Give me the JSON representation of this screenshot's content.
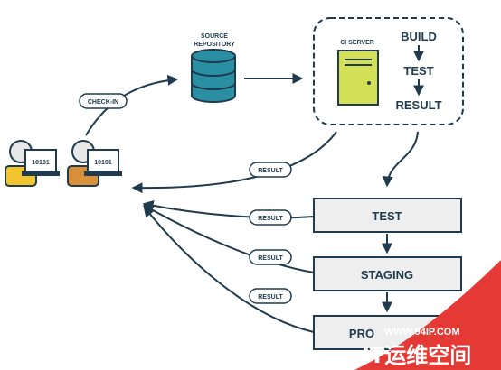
{
  "labels": {
    "source_repository_line1": "SOURCE",
    "source_repository_line2": "REPOSITORY",
    "ci_server": "CI SERVER",
    "build": "BUILD",
    "test_small": "TEST",
    "result_small": "RESULT",
    "check_in": "CHECK-IN",
    "result_pill_1": "RESULT",
    "result_pill_2": "RESULT",
    "result_pill_3": "RESULT",
    "result_pill_4": "RESULT",
    "dev_screen_1": "10101",
    "dev_screen_2": "10101",
    "stage_test": "TEST",
    "stage_staging": "STAGING",
    "stage_production": "PRO"
  },
  "watermark": {
    "url": "WWW.94IP.COM",
    "brand": "IT运维空间"
  },
  "colors": {
    "navy": "#1f3b4d",
    "db_teal": "#2a8fa3",
    "server_green": "#d4e157",
    "dev_yellow": "#f2c42e",
    "dev_orange": "#d9903a",
    "stage_fill": "#eeeeee",
    "watermark_red": "#e53935"
  }
}
